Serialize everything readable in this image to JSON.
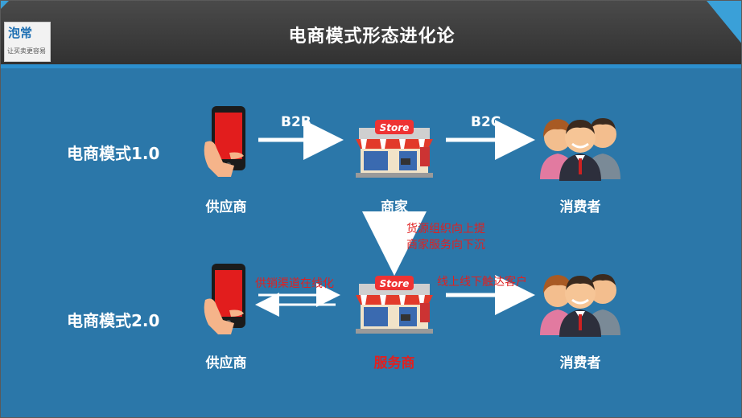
{
  "header": {
    "title": "电商模式形态进化论",
    "logo_mark": "泡常",
    "logo_sub": "让买卖更容易"
  },
  "modes": [
    {
      "label": "电商模式1.0",
      "supplier": "供应商",
      "b2b_label": "B2B",
      "merchant": "商家",
      "b2c_label": "B2C",
      "consumer": "消费者"
    },
    {
      "label": "电商模式2.0",
      "supplier": "供应商",
      "channel_note": "供销渠道在线化",
      "service_provider": "服务商",
      "reach_note": "线上线下触达客户",
      "consumer": "消费者"
    }
  ],
  "transition_notes": [
    "货源组织向上提",
    "商家服务向下沉"
  ],
  "store_sign": "Store",
  "icons": {
    "phone": "smartphone-hand-icon",
    "store": "store-icon",
    "people": "consumers-icon"
  },
  "colors": {
    "background": "#2b77a9",
    "header": "#3a3a3a",
    "accent": "#2c8fce",
    "highlight": "#e02020"
  }
}
